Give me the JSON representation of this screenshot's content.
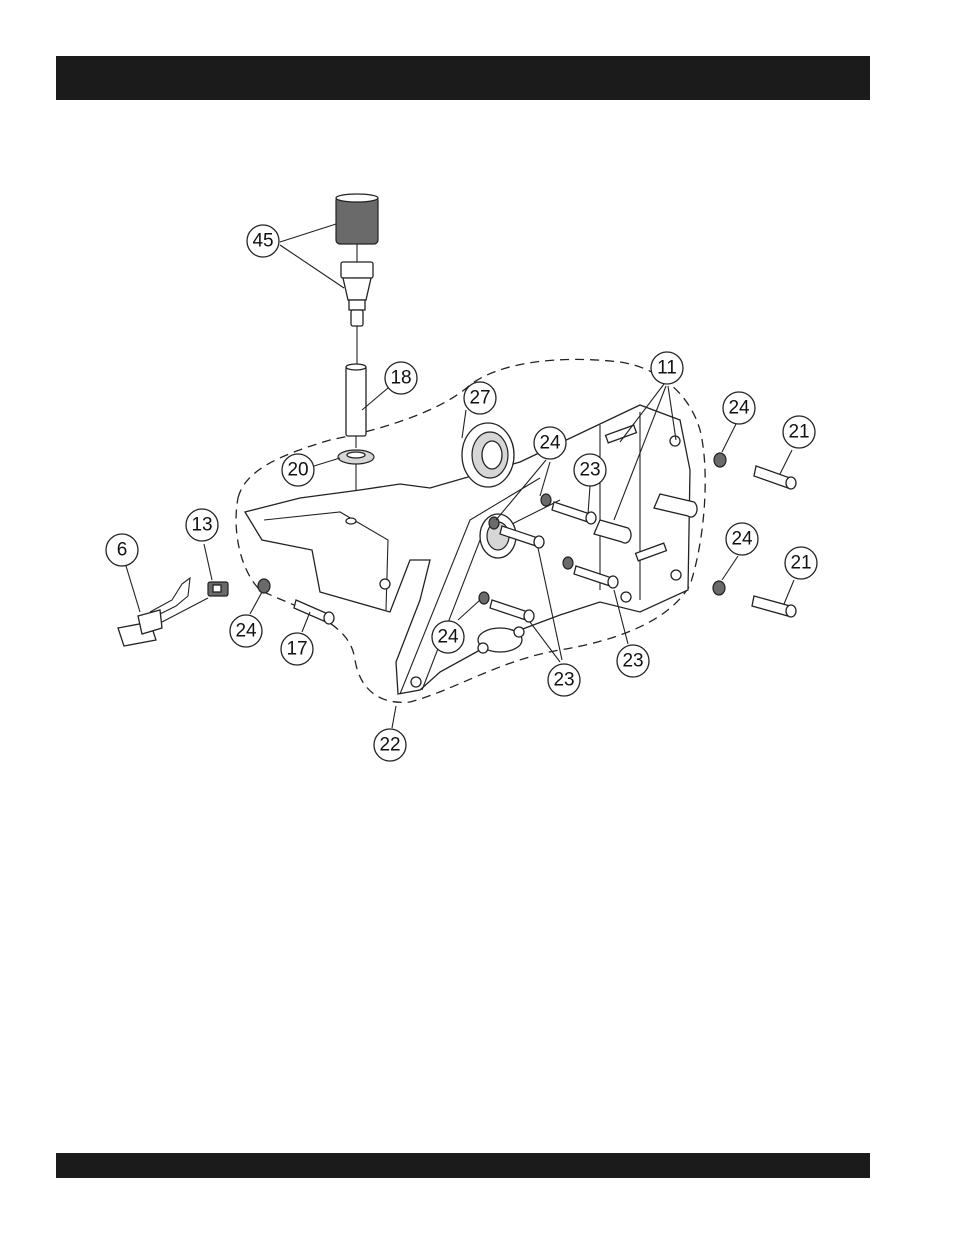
{
  "header_bar": {
    "color": "#1b1b1b"
  },
  "footer_bar": {
    "color": "#1b1b1b"
  },
  "diagram": {
    "callouts": [
      {
        "id": "c45",
        "label": "45"
      },
      {
        "id": "c18",
        "label": "18"
      },
      {
        "id": "c27",
        "label": "27"
      },
      {
        "id": "c20",
        "label": "20"
      },
      {
        "id": "c11",
        "label": "11"
      },
      {
        "id": "c24a",
        "label": "24"
      },
      {
        "id": "c21a",
        "label": "21"
      },
      {
        "id": "c24b",
        "label": "24"
      },
      {
        "id": "c23a",
        "label": "23"
      },
      {
        "id": "c13",
        "label": "13"
      },
      {
        "id": "c6",
        "label": "6"
      },
      {
        "id": "c24c",
        "label": "24"
      },
      {
        "id": "c21b",
        "label": "21"
      },
      {
        "id": "c24d",
        "label": "24"
      },
      {
        "id": "c17",
        "label": "17"
      },
      {
        "id": "c24e",
        "label": "24"
      },
      {
        "id": "c23b",
        "label": "23"
      },
      {
        "id": "c23c",
        "label": "23"
      },
      {
        "id": "c22",
        "label": "22"
      }
    ]
  }
}
